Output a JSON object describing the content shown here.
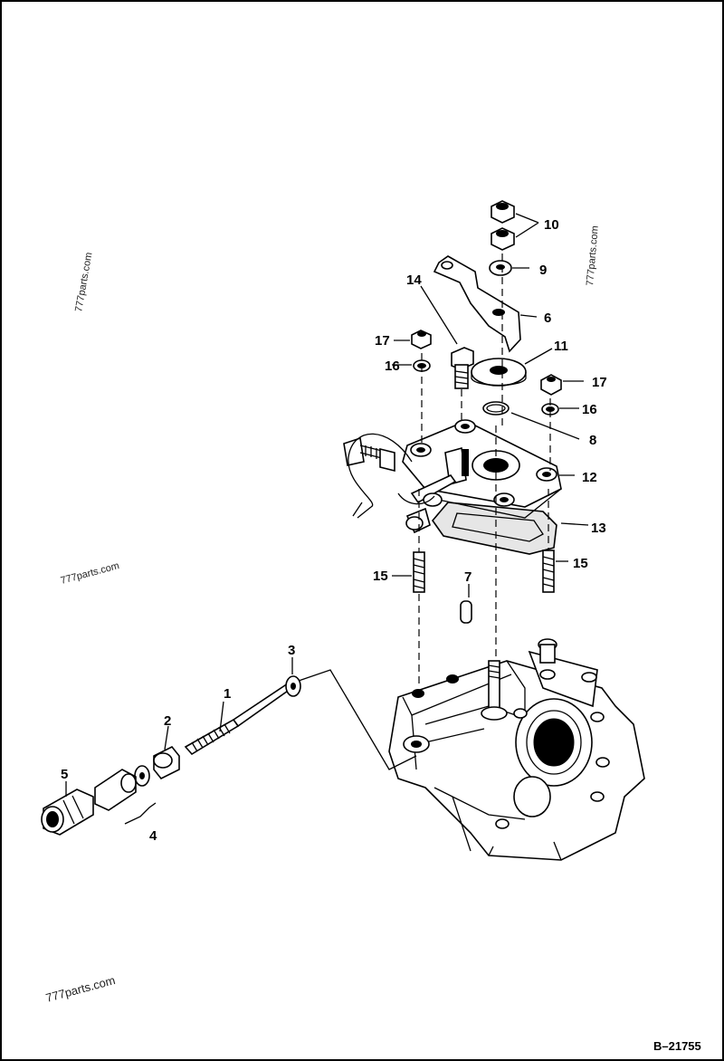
{
  "diagram": {
    "drawing_code": "B–21755",
    "watermarks": [
      "777parts.com",
      "777parts.com",
      "777parts.com",
      "777parts.com"
    ],
    "callouts": [
      {
        "label": "1"
      },
      {
        "label": "2"
      },
      {
        "label": "3"
      },
      {
        "label": "4"
      },
      {
        "label": "5"
      },
      {
        "label": "6"
      },
      {
        "label": "7"
      },
      {
        "label": "8"
      },
      {
        "label": "9"
      },
      {
        "label": "10"
      },
      {
        "label": "11"
      },
      {
        "label": "12"
      },
      {
        "label": "13"
      },
      {
        "label": "14"
      },
      {
        "label": "15"
      },
      {
        "label": "15"
      },
      {
        "label": "16"
      },
      {
        "label": "16"
      },
      {
        "label": "17"
      },
      {
        "label": "17"
      }
    ]
  }
}
